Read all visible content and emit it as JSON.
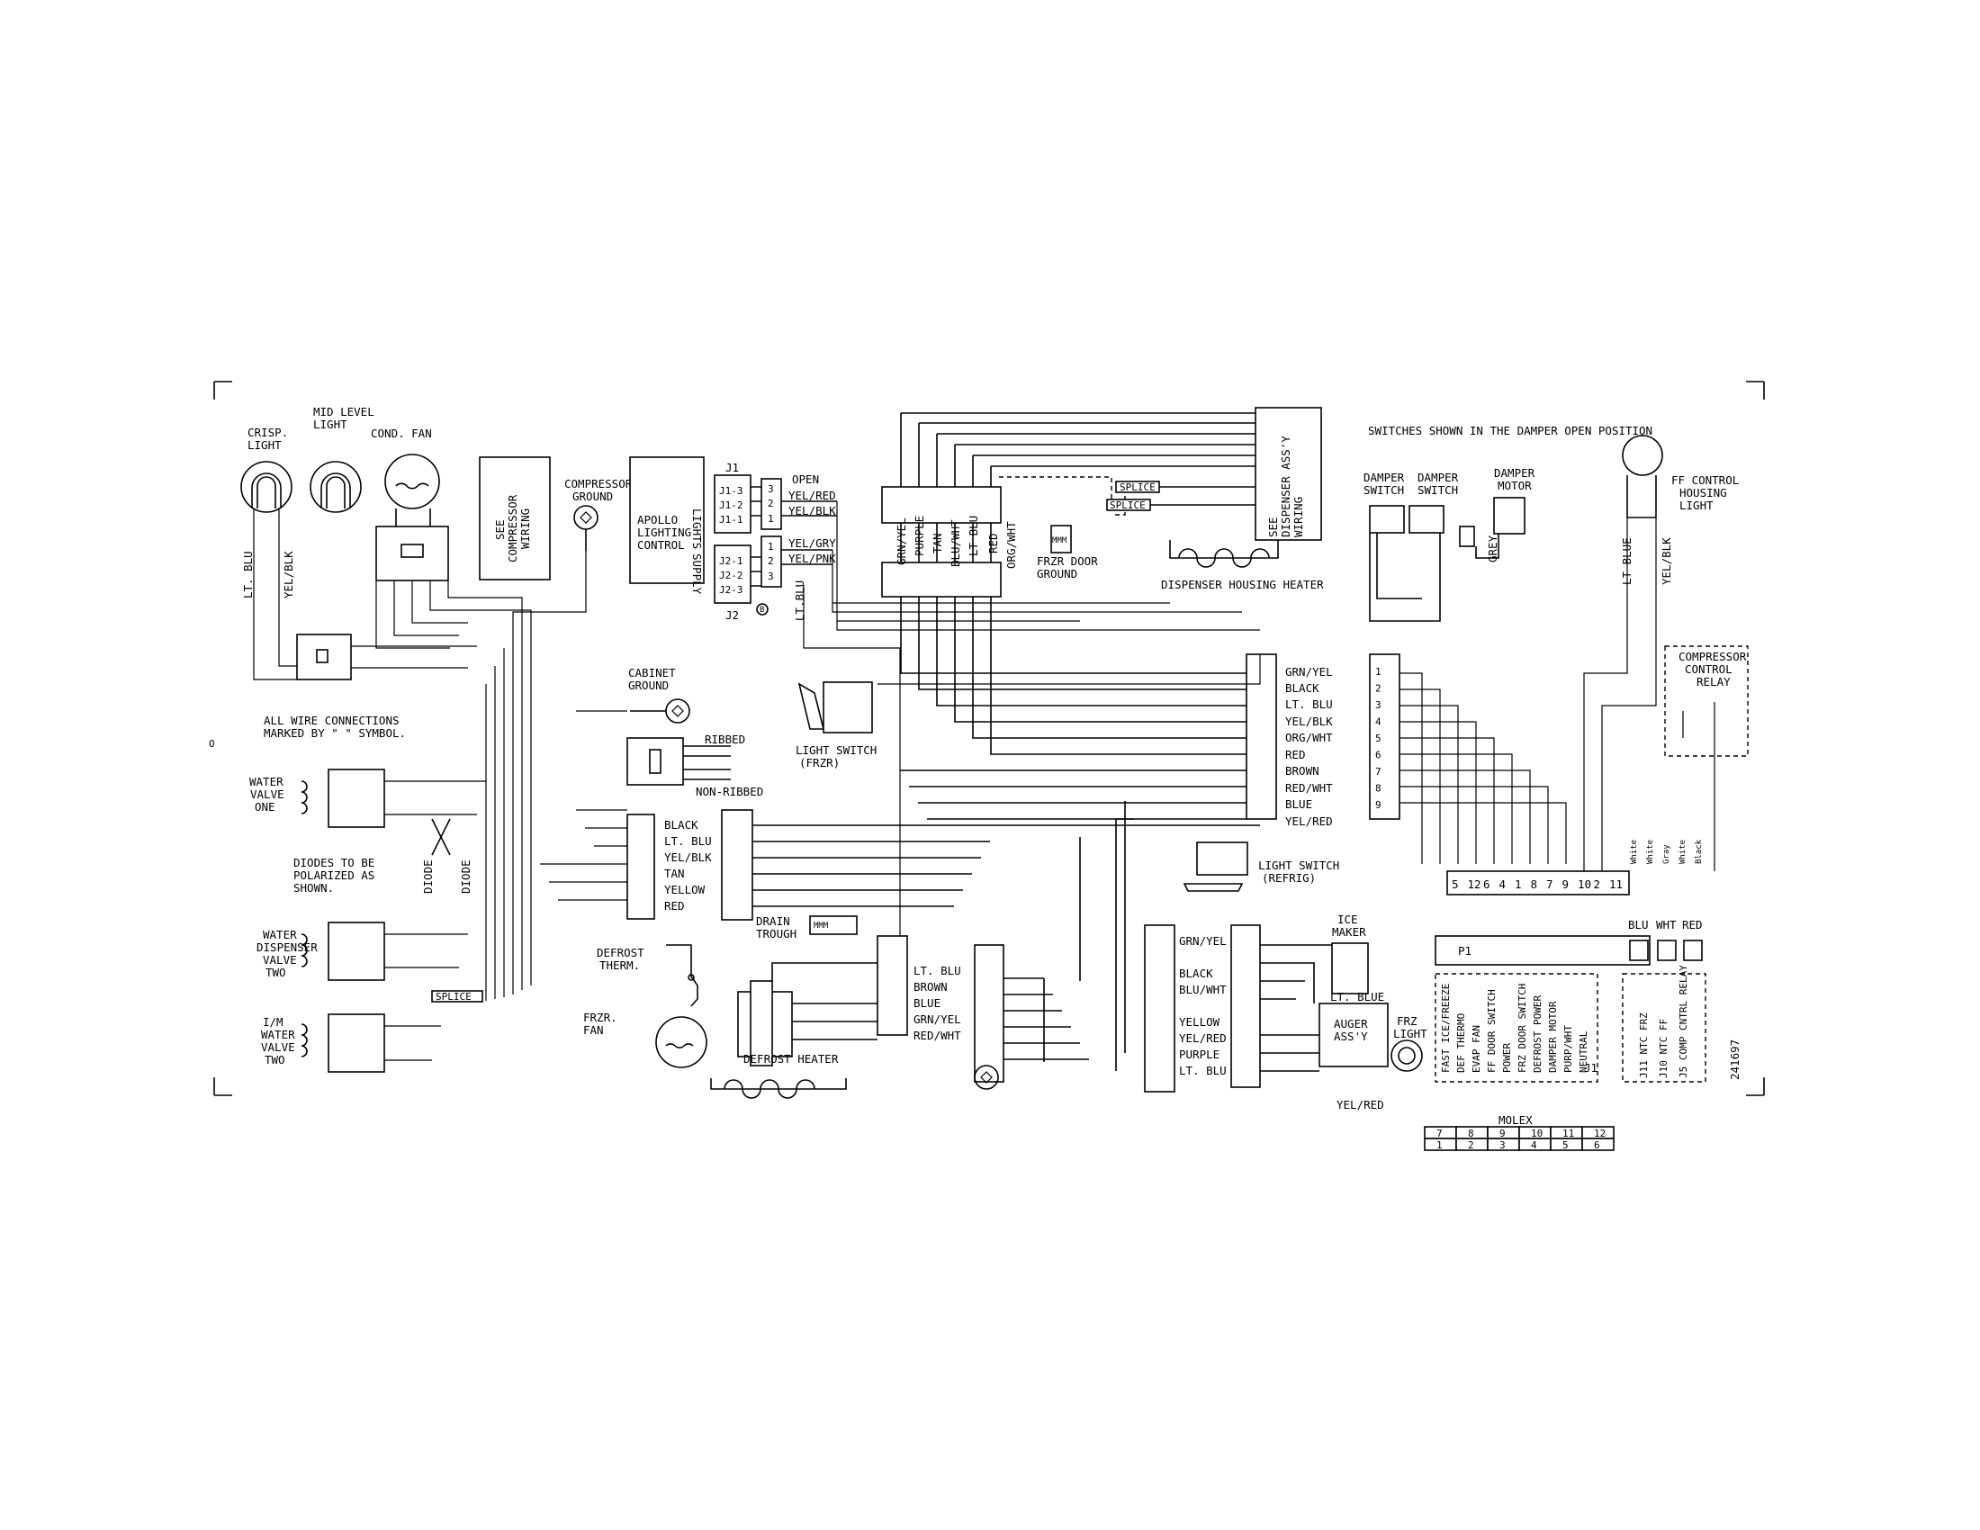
{
  "lights": {
    "crisp_light": [
      "CRISP.",
      "LIGHT"
    ],
    "mid_level_light": [
      "MID LEVEL",
      "LIGHT"
    ],
    "cond_fan": "COND. FAN"
  },
  "compressor": {
    "see_wiring": [
      "SEE",
      "COMPRESSOR",
      "WIRING"
    ],
    "ground": [
      "COMPRESSOR",
      "GROUND"
    ]
  },
  "apollo": {
    "title": [
      "APOLLO",
      "LIGHTING",
      "CONTROL"
    ],
    "lights": "LIGHTS",
    "supply": "SUPPLY",
    "j1": "J1",
    "j2": "J2",
    "j1_pins": [
      "J1-3",
      "J1-2",
      "J1-1"
    ],
    "j2_pins": [
      "J2-1",
      "J2-2",
      "J2-3"
    ],
    "conn1_nums": [
      "3",
      "2",
      "1"
    ],
    "conn2_nums": [
      "1",
      "2",
      "3"
    ],
    "open": "OPEN",
    "wires_top": [
      "YEL/RED",
      "YEL/BLK"
    ],
    "wires_bot": [
      "YEL/GRY",
      "YEL/PNK"
    ],
    "lt_blu": "LT.BLU",
    "b_mark": "B"
  },
  "left_wires": {
    "lt_blu": "LT. BLU",
    "yel_blk": "YEL/BLK"
  },
  "notes": {
    "wire_connections": [
      "ALL WIRE CONNECTIONS",
      "MARKED BY \"  \" SYMBOL."
    ],
    "diodes": [
      "DIODES TO BE",
      "POLARIZED AS",
      "SHOWN."
    ],
    "damper_open": "SWITCHES SHOWN IN THE DAMPER OPEN POSITION",
    "o_mark": "O"
  },
  "valves": {
    "valve_one": [
      "WATER",
      "VALVE",
      "ONE"
    ],
    "dispenser_valve": [
      "WATER",
      "DISPENSER",
      "VALVE",
      "TWO"
    ],
    "im_valve": [
      "I/M",
      "WATER",
      "VALVE",
      "TWO"
    ],
    "diode": "DIODE",
    "splice": "SPLICE"
  },
  "cabinet_ground": [
    "CABINET",
    "GROUND"
  ],
  "heaters": {
    "ribbed": "RIBBED",
    "non_ribbed": "NON-RIBBED"
  },
  "left_connector": {
    "wires": [
      "BLACK",
      "LT. BLU",
      "YEL/BLK",
      "TAN",
      "YELLOW",
      "RED"
    ]
  },
  "drain_trough": [
    "DRAIN",
    "TROUGH"
  ],
  "light_switch_frzr": [
    "LIGHT SWITCH",
    "(FRZR)"
  ],
  "top_connector": {
    "wires": [
      "GRN/YEL",
      "PURPLE",
      "TAN",
      "BLU/WHT",
      "LT BLU",
      "RED",
      "ORG/WHT"
    ]
  },
  "dispenser": {
    "see": [
      "SEE",
      "DISPENSER ASS'Y",
      "WIRING"
    ],
    "splice": "SPLICE",
    "heater": "DISPENSER HOUSING HEATER",
    "frzr_door_ground": [
      "FRZR DOOR",
      "GROUND"
    ],
    "mmm": "MMM"
  },
  "right_connector": {
    "wires": [
      "GRN/YEL",
      "BLACK",
      "LT. BLU",
      "YEL/BLK",
      "ORG/WHT",
      "RED",
      "BROWN",
      "RED/WHT",
      "BLUE",
      "YEL/RED"
    ]
  },
  "light_switch_refrig": [
    "LIGHT SWITCH",
    "(REFRIG)"
  ],
  "defrost": {
    "therm": [
      "DEFROST",
      "THERM."
    ],
    "frzr_fan": [
      "FRZR.",
      "FAN"
    ],
    "heater": "DEFROST HEATER",
    "conn_wires": [
      "LT. BLU",
      "BROWN",
      "BLUE",
      "GRN/YEL",
      "RED/WHT"
    ]
  },
  "lower_connector": {
    "wires": [
      "GRN/YEL",
      "BLACK",
      "BLU/WHT",
      "YELLOW",
      "YEL/RED",
      "PURPLE",
      "LT. BLU"
    ]
  },
  "ice_maker": {
    "title": [
      "ICE",
      "MAKER"
    ],
    "lt_blue": "LT. BLUE",
    "auger": [
      "AUGER",
      "ASS'Y"
    ],
    "frz_light": [
      "FRZ",
      "LIGHT"
    ],
    "yel_red": "YEL/RED"
  },
  "damper": {
    "switch1": [
      "DAMPER",
      "SWITCH"
    ],
    "switch2": [
      "DAMPER",
      "SWITCH"
    ],
    "motor": [
      "DAMPER",
      "MOTOR"
    ],
    "grey": "GREY"
  },
  "ff_light": {
    "title": [
      "FF CONTROL",
      "HOUSING",
      "LIGHT"
    ],
    "lt_blue": "LT BLUE",
    "yel_blk": "YEL/BLK"
  },
  "control_board": {
    "left_nums": [
      "1",
      "2",
      "3",
      "4",
      "5",
      "6",
      "7",
      "8",
      "9"
    ],
    "relay": [
      "COMPRESSOR",
      "CONTROL",
      "RELAY"
    ],
    "pin_row": [
      "5",
      "12",
      "6",
      "4",
      "1",
      "8",
      "7",
      "9",
      "10",
      "2",
      "11"
    ],
    "p1": "P1",
    "functions": [
      "FAST ICE/FREEZE",
      "DEF THERMO",
      "EVAP FAN",
      "FF DOOR SWITCH",
      "POWER",
      "FRZ DOOR SWITCH",
      "DEFROST POWER",
      "DAMPER MOTOR",
      "PURP/WHT",
      "NEUTRAL"
    ],
    "j1": "J1",
    "ntc_labels": [
      "J11 NTC FRZ",
      "J10 NTC FF",
      "J5 COMP CNTRL RELAY"
    ],
    "sensor_wires": [
      "White",
      "White",
      "Gray",
      "White",
      "Black"
    ],
    "sensor_colors": [
      "BLU",
      "WHT",
      "RED"
    ]
  },
  "molex": {
    "title": "MOLEX",
    "row1": [
      "7",
      "8",
      "9",
      "10",
      "11",
      "12"
    ],
    "row2": [
      "1",
      "2",
      "3",
      "4",
      "5",
      "6"
    ]
  },
  "doc_number": "241697"
}
